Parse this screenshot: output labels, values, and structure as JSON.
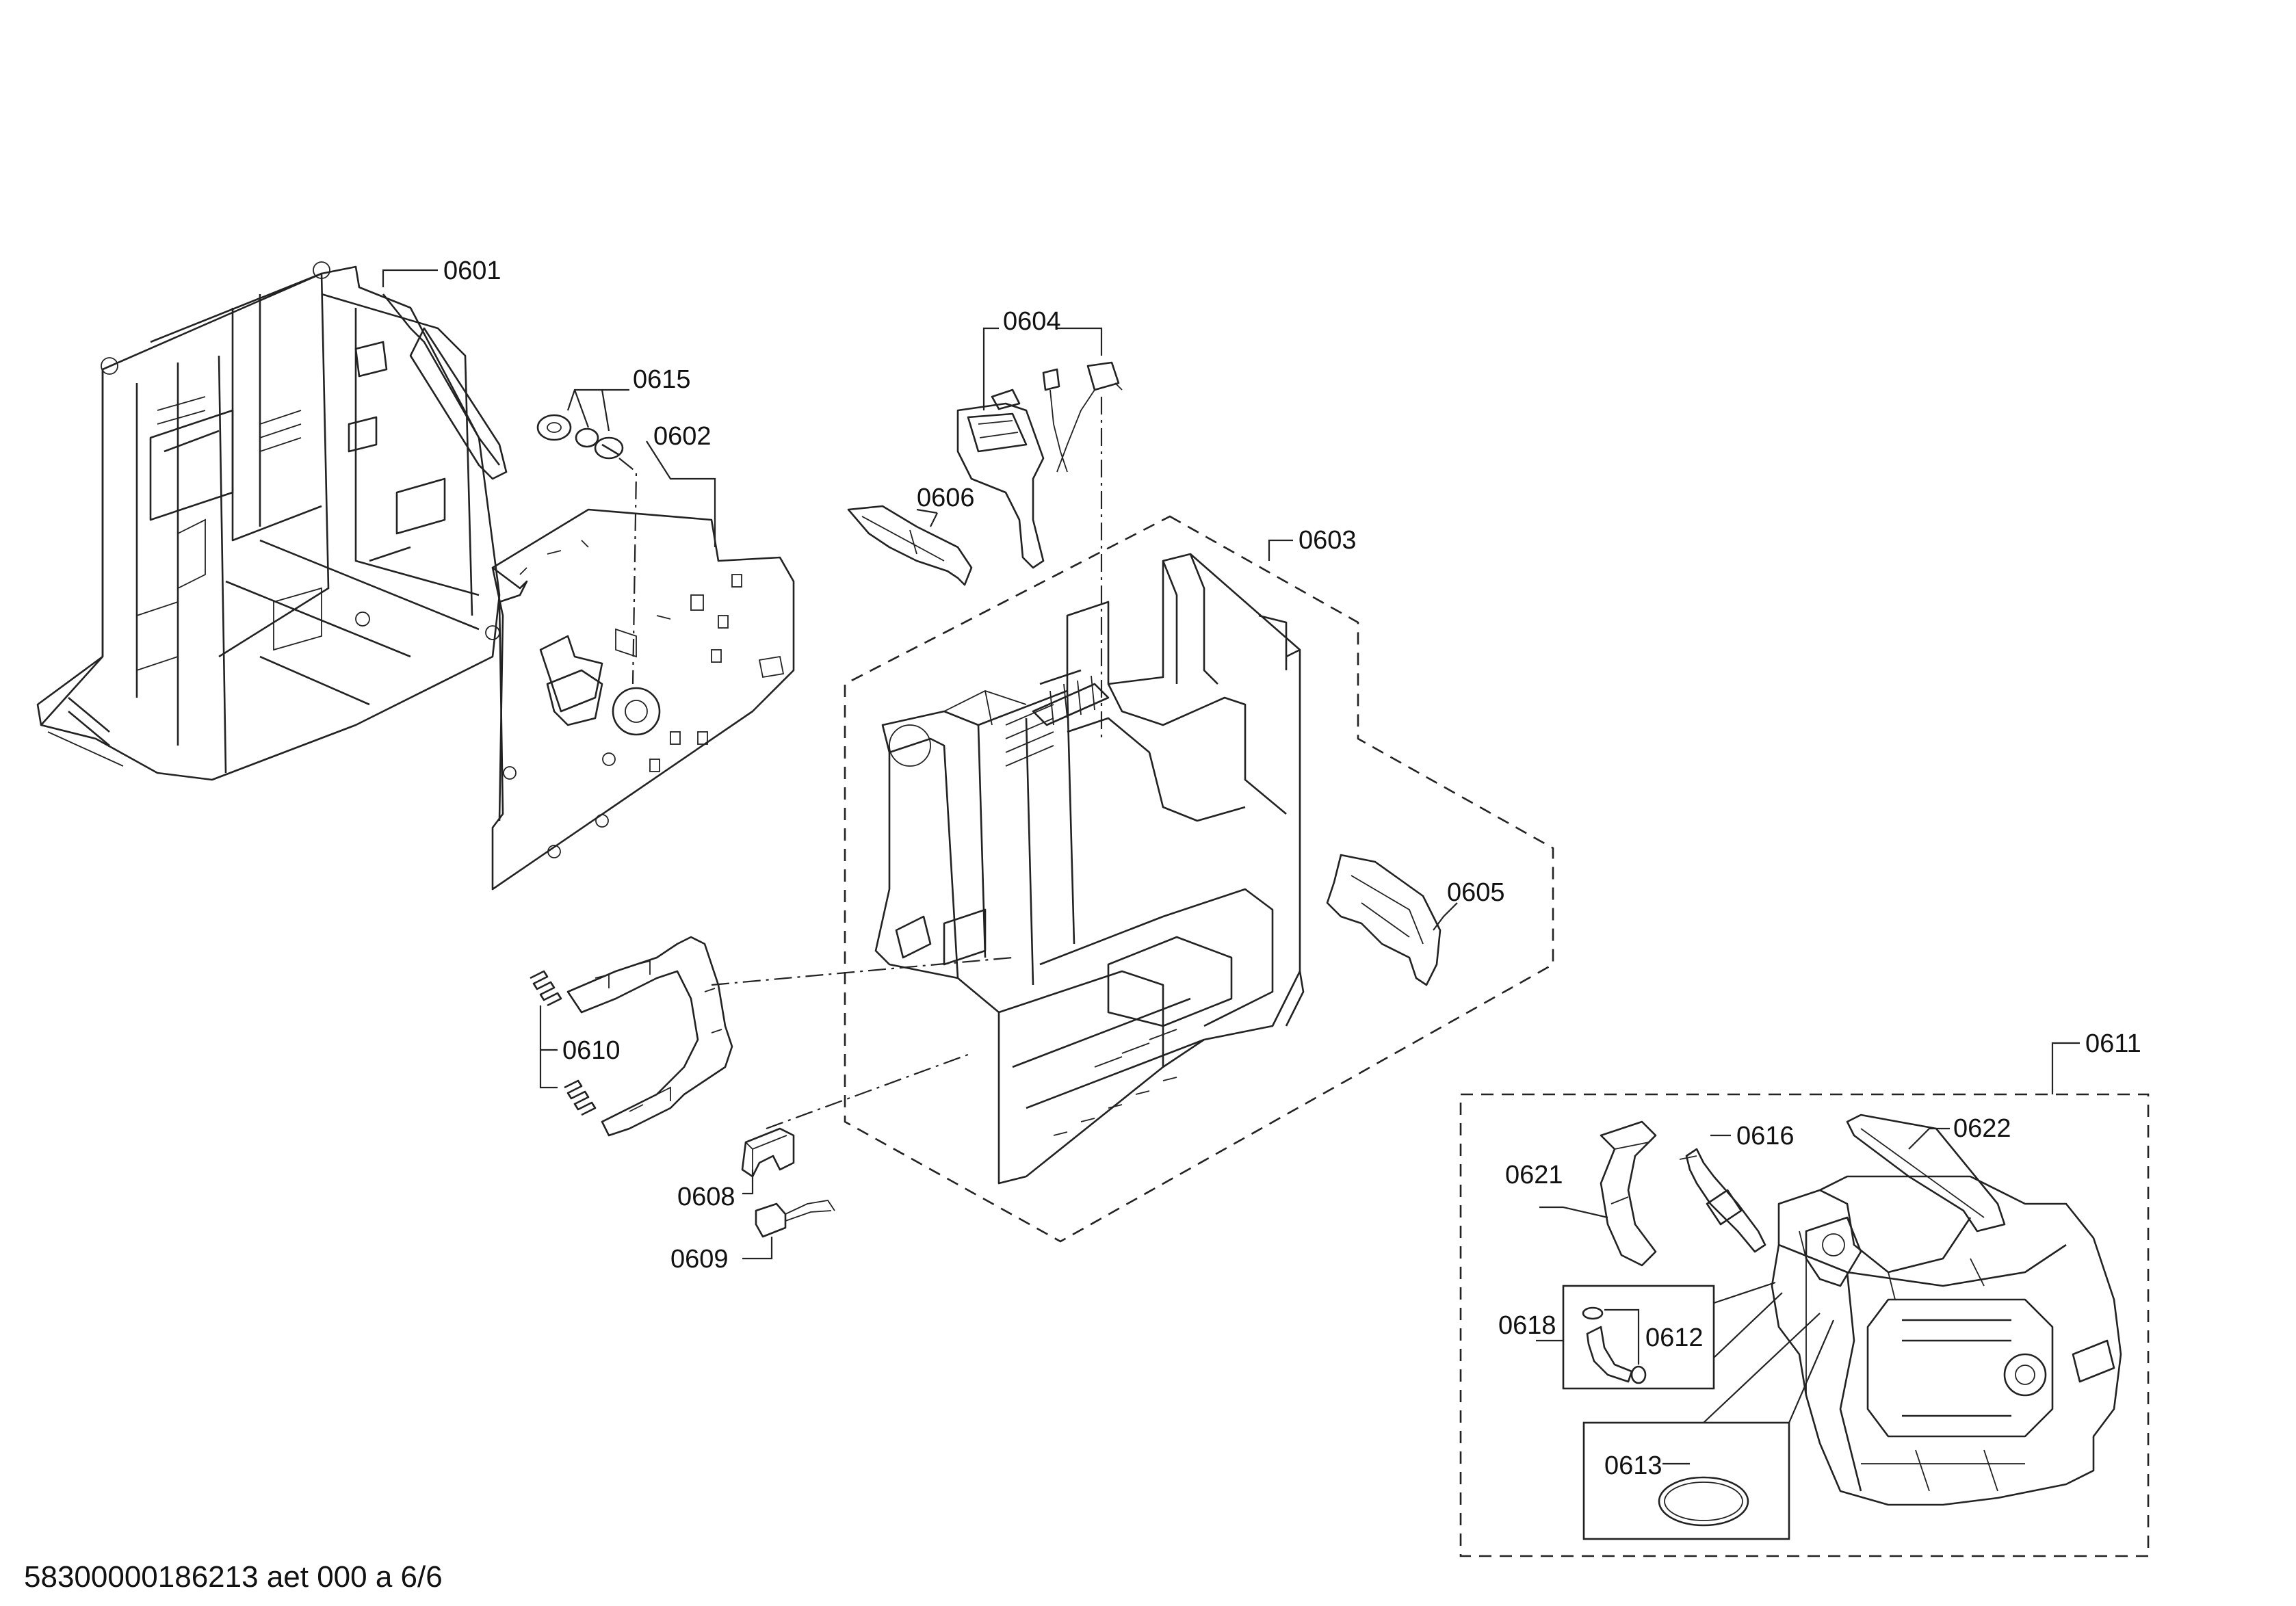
{
  "parts": {
    "p0601": "0601",
    "p0602": "0602",
    "p0603": "0603",
    "p0604": "0604",
    "p0605": "0605",
    "p0606": "0606",
    "p0608": "0608",
    "p0609": "0609",
    "p0610": "0610",
    "p0611": "0611",
    "p0612": "0612",
    "p0613": "0613",
    "p0615": "0615",
    "p0616": "0616",
    "p0618": "0618",
    "p0621": "0621",
    "p0622": "0622"
  },
  "footer": {
    "document_id": "58300000186213 aet 000 a 6/6"
  }
}
